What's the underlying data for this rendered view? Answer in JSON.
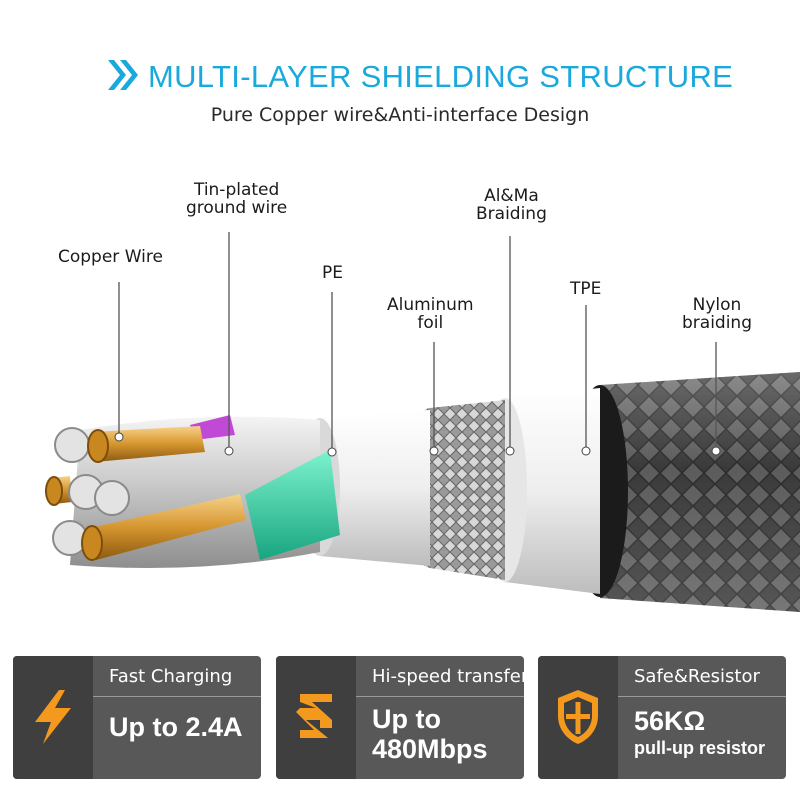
{
  "header": {
    "title": "MULTI-LAYER SHIELDING STRUCTURE",
    "subtitle": "Pure Copper wire&Anti-interface Design",
    "accent_color": "#19a9dc",
    "icon": "double-chevron-right-icon"
  },
  "labels": {
    "copper_wire": "Copper Wire",
    "tin_plated_line1": "Tin-plated",
    "tin_plated_line2": "ground wire",
    "pe": "PE",
    "aluminum_line1": "Aluminum",
    "aluminum_line2": "foil",
    "al_ma_line1": "Al&Ma",
    "al_ma_line2": "Braiding",
    "tpe": "TPE",
    "nylon_line1": "Nylon",
    "nylon_line2": "braiding"
  },
  "features": [
    {
      "title": "Fast Charging",
      "value_line1": "Up to 2.4A",
      "value_line2": "",
      "icon": "lightning-bolt-icon"
    },
    {
      "title": "Hi-speed transfer",
      "value_line1": "Up to",
      "value_line2": "480Mbps",
      "icon": "transfer-zigzag-icon"
    },
    {
      "title": "Safe&Resistor",
      "value_line1": "56KΩ",
      "value_line2": "pull-up resistor",
      "icon": "shield-icon"
    }
  ],
  "colors": {
    "card_bg": "#585858",
    "icon_bg": "#3f3f3f",
    "icon_orange": "#f39a1e"
  }
}
